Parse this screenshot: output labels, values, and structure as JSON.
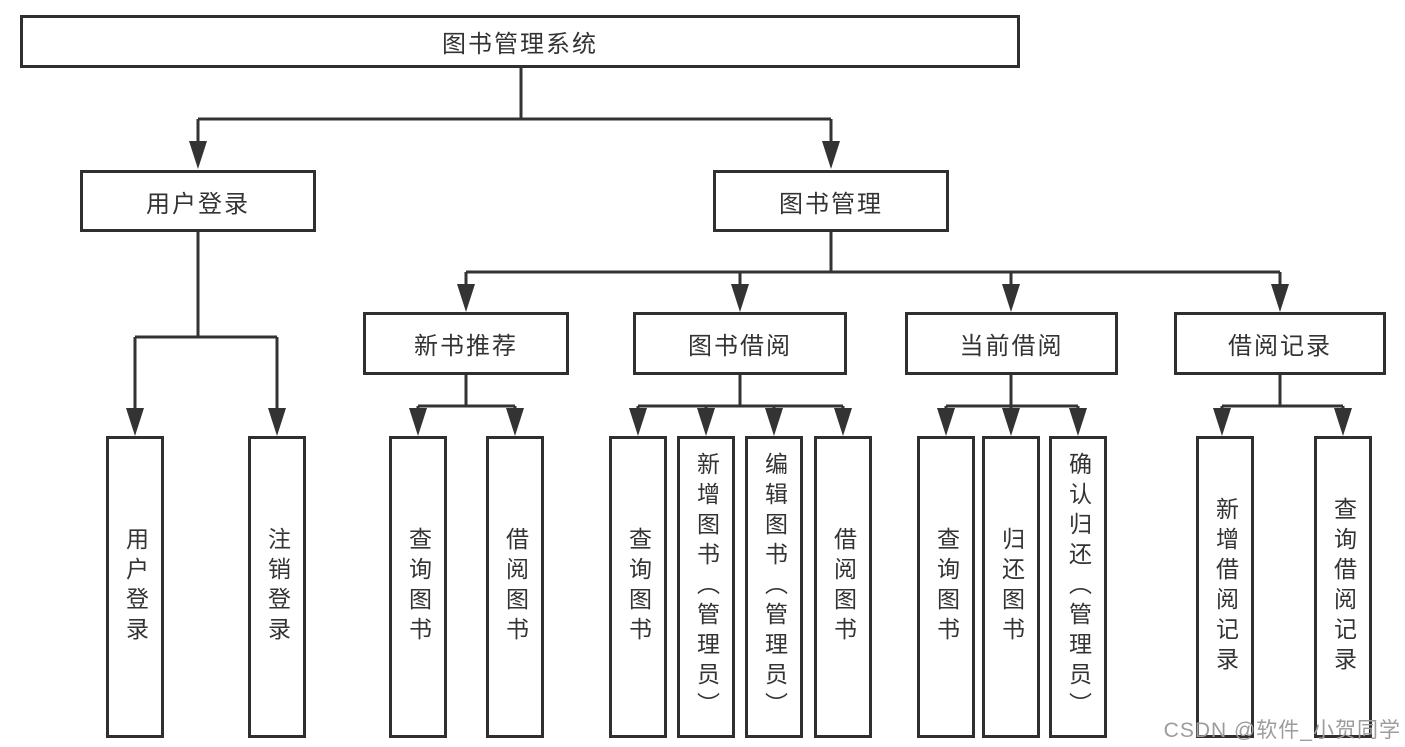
{
  "diagram_title": "图书管理系统",
  "tree": {
    "root": {
      "label": "图书管理系统"
    },
    "branches": [
      {
        "label": "用户登录",
        "children": [
          {
            "label": "用户登录"
          },
          {
            "label": "注销登录"
          }
        ]
      },
      {
        "label": "图书管理",
        "children": [
          {
            "label": "新书推荐",
            "children": [
              {
                "label": "查询图书"
              },
              {
                "label": "借阅图书"
              }
            ]
          },
          {
            "label": "图书借阅",
            "children": [
              {
                "label": "查询图书"
              },
              {
                "label": "新增图书（管理员）"
              },
              {
                "label": "编辑图书（管理员）"
              },
              {
                "label": "借阅图书"
              }
            ]
          },
          {
            "label": "当前借阅",
            "children": [
              {
                "label": "查询图书"
              },
              {
                "label": "归还图书"
              },
              {
                "label": "确认归还（管理员）"
              }
            ]
          },
          {
            "label": "借阅记录",
            "children": [
              {
                "label": "新增借阅记录"
              },
              {
                "label": "查询借阅记录"
              }
            ]
          }
        ]
      }
    ]
  },
  "watermark": {
    "text": "CSDN @软件_小贺同学"
  },
  "colors": {
    "line": "#333333",
    "box_border": "#2f2f2f",
    "text": "#333333",
    "background": "#ffffff",
    "watermark": "#9c9c9c"
  }
}
